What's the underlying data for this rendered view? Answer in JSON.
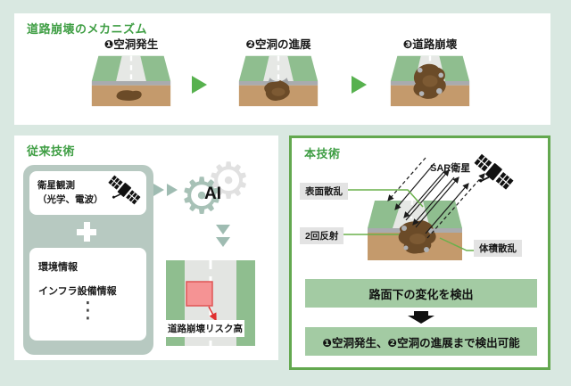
{
  "colors": {
    "background": "#d9e8e1",
    "panel": "#ffffff",
    "title_green": "#3f9e44",
    "accent_green_arrow": "#57b14e",
    "panel_border_green": "#63a84f",
    "banner_green": "#a3cba3",
    "sage_container": "#b7c9c1",
    "gear_sage": "#a7c1b6",
    "gear_gray": "#e1e1e1",
    "road_green": "#8fbe8f",
    "road_gray": "#e6e8e5",
    "soil_tan": "#c49a6c",
    "cavity_brown": "#6b4b28",
    "risk_pink": "#f59394",
    "risk_red": "#e03030",
    "badge_gray": "#e3e3e3",
    "connector_green": "#6ab04c"
  },
  "mechanism": {
    "title": "道路崩壊のメカニズム",
    "stages": [
      {
        "label": "❶空洞発生"
      },
      {
        "label": "❷空洞の進展"
      },
      {
        "label": "❸道路崩壊"
      }
    ]
  },
  "conventional": {
    "title": "従来技術",
    "satellite_box": {
      "line1": "衛星観測",
      "line2": "（光学、電波）"
    },
    "info_box": {
      "item1": "環境情報",
      "item2": "インフラ設備情報",
      "dots": "⋮"
    },
    "ai_label": "AI",
    "risk_label": "道路崩壊リスク高"
  },
  "proposed": {
    "title": "本技術",
    "sar_label": "SAR衛星",
    "badges": [
      {
        "label": "表面散乱"
      },
      {
        "label": "2回反射"
      },
      {
        "label": "体積散乱"
      }
    ],
    "banner1": "路面下の変化を検出",
    "banner2": "❶空洞発生、❷空洞の進展まで検出可能"
  }
}
